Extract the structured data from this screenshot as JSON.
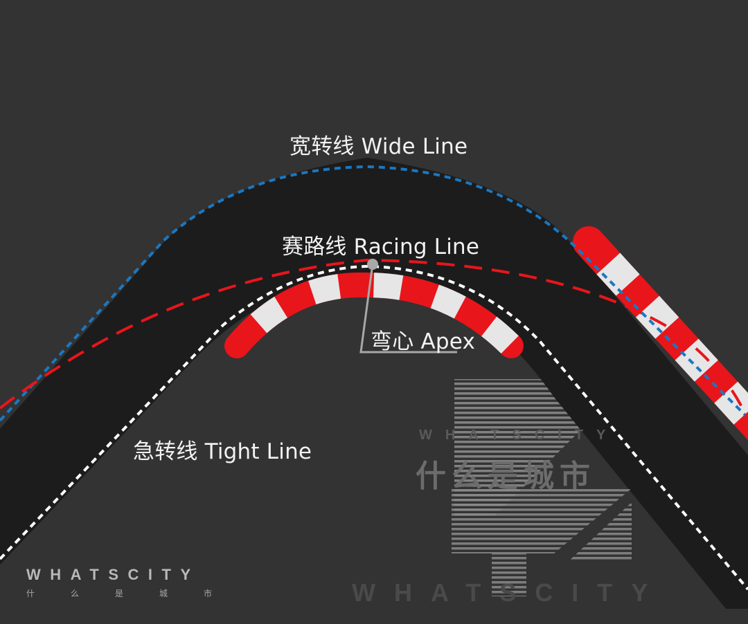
{
  "labels": {
    "wide_line": "宽转线 Wide Line",
    "racing_line": "赛路线 Racing Line",
    "apex": "弯心 Apex",
    "tight_line": "急转线 Tight Line"
  },
  "branding": {
    "name_en": "WHATSCITY",
    "name_cn": "什么是城市"
  },
  "watermark": {
    "name_en": "WHATSCITY",
    "name_cn": "什么是城市"
  },
  "colors": {
    "background": "#333333",
    "track": "#1c1c1c",
    "wide_line": "#1a78c2",
    "racing_line": "#e8151b",
    "tight_line": "#ffffff",
    "kerb_red": "#e8151b",
    "kerb_white": "#e6e6e6",
    "apex_marker": "#a8a8a8"
  }
}
